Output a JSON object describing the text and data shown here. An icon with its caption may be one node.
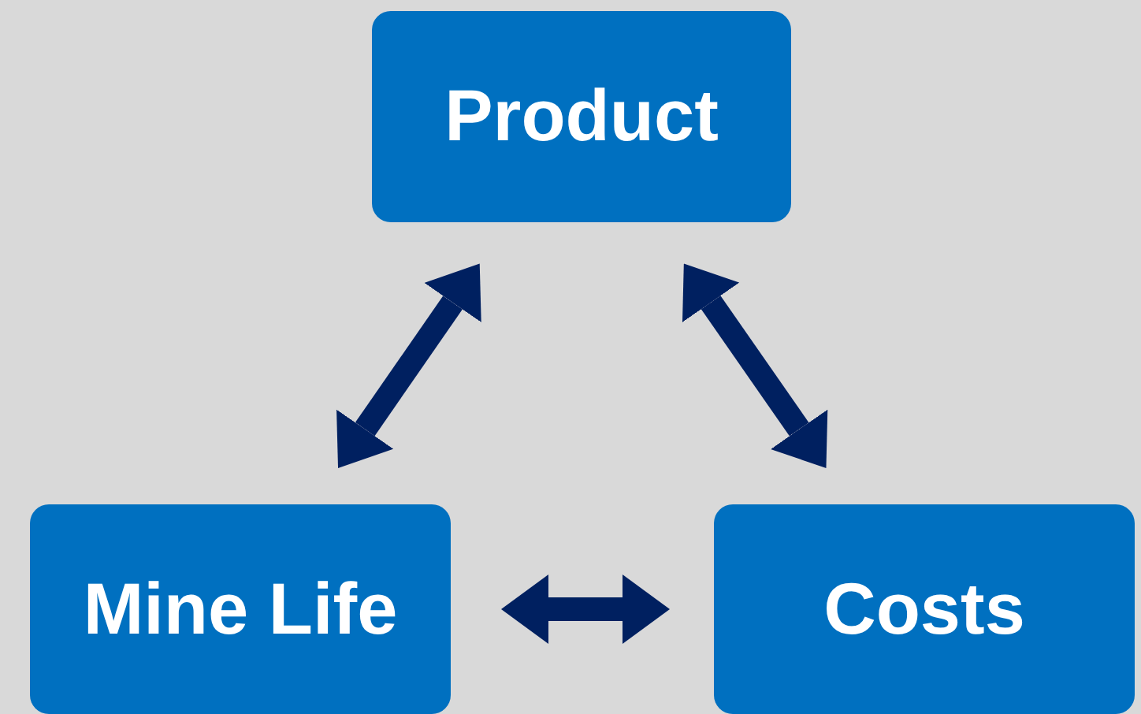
{
  "diagram": {
    "nodes": [
      {
        "text": [
          "Product"
        ]
      },
      {
        "text": [
          "Mine Life"
        ]
      },
      {
        "text": [
          "Costs"
        ]
      }
    ],
    "edges": [
      {
        "from": 0,
        "to": 1,
        "arrow": "both"
      },
      {
        "from": 0,
        "to": 2,
        "arrow": "both"
      },
      {
        "from": 1,
        "to": 2,
        "arrow": "both"
      }
    ]
  }
}
